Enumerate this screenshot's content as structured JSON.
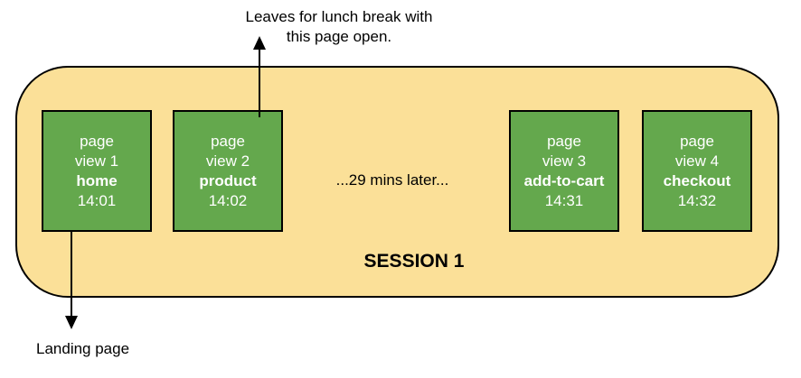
{
  "colors": {
    "session_fill": "#FBE098",
    "session_border": "#000000",
    "box_fill": "#64A84D",
    "box_border": "#000000",
    "box_text": "#FFFFFF",
    "note_text": "#000000"
  },
  "annotations": {
    "top_note": "Leaves for lunch break with\nthis page open.",
    "time_gap": "...29 mins later...",
    "landing": "Landing page"
  },
  "session": {
    "label": "SESSION 1",
    "page_views": [
      {
        "prefix": "page",
        "view": "view 1",
        "name": "home",
        "time": "14:01"
      },
      {
        "prefix": "page",
        "view": "view 2",
        "name": "product",
        "time": "14:02"
      },
      {
        "prefix": "page",
        "view": "view 3",
        "name": "add-to-cart",
        "time": "14:31"
      },
      {
        "prefix": "page",
        "view": "view 4",
        "name": "checkout",
        "time": "14:32"
      }
    ]
  }
}
